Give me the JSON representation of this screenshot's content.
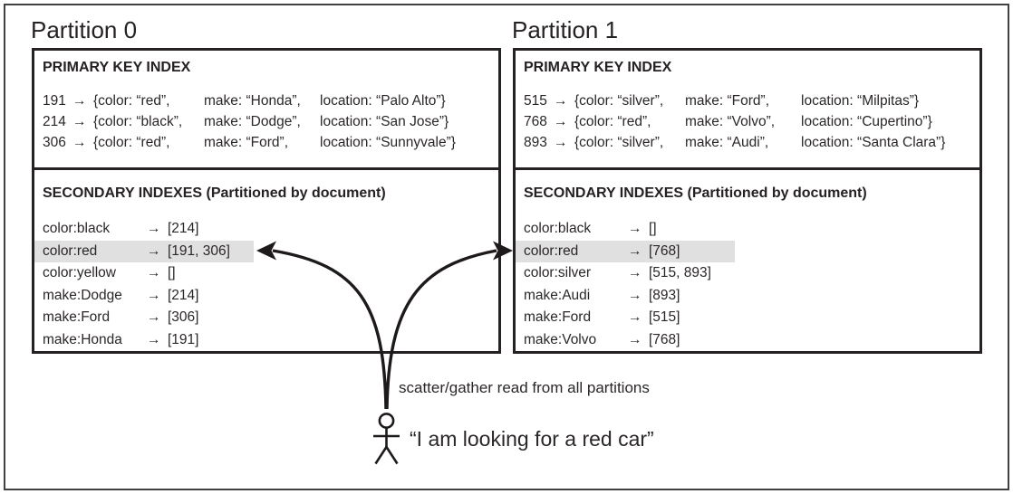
{
  "glyphs": {
    "arrow": "→"
  },
  "colors": {
    "highlight": "#e0e0e0",
    "line": "#262223",
    "text": "#2b2728"
  },
  "partitions": [
    {
      "title": "Partition 0",
      "primary": {
        "header": "PRIMARY KEY INDEX",
        "rows": [
          {
            "key": "191",
            "doc_color": "{color: “red”,",
            "doc_make": "make: “Honda”,",
            "doc_location": "location: “Palo Alto”}"
          },
          {
            "key": "214",
            "doc_color": "{color: “black”,",
            "doc_make": "make: “Dodge”,",
            "doc_location": "location: “San Jose”}"
          },
          {
            "key": "306",
            "doc_color": "{color: “red”,",
            "doc_make": "make: “Ford”,",
            "doc_location": "location: “Sunnyvale”}"
          }
        ]
      },
      "secondary": {
        "header": "SECONDARY INDEXES (Partitioned by document)",
        "rows": [
          {
            "key": "color:black",
            "value": "[214]",
            "highlight": false
          },
          {
            "key": "color:red",
            "value": "[191, 306]",
            "highlight": true
          },
          {
            "key": "color:yellow",
            "value": "[]",
            "highlight": false
          },
          {
            "key": "make:Dodge",
            "value": "[214]",
            "highlight": false
          },
          {
            "key": "make:Ford",
            "value": "[306]",
            "highlight": false
          },
          {
            "key": "make:Honda",
            "value": "[191]",
            "highlight": false
          }
        ]
      }
    },
    {
      "title": "Partition 1",
      "primary": {
        "header": "PRIMARY KEY INDEX",
        "rows": [
          {
            "key": "515",
            "doc_color": "{color: “silver”,",
            "doc_make": "make: “Ford”,",
            "doc_location": "location: “Milpitas”}"
          },
          {
            "key": "768",
            "doc_color": "{color: “red”,",
            "doc_make": "make: “Volvo”,",
            "doc_location": "location: “Cupertino”}"
          },
          {
            "key": "893",
            "doc_color": "{color: “silver”,",
            "doc_make": "make: “Audi”,",
            "doc_location": "location: “Santa Clara”}"
          }
        ]
      },
      "secondary": {
        "header": "SECONDARY INDEXES (Partitioned by document)",
        "rows": [
          {
            "key": "color:black",
            "value": "[]",
            "highlight": false
          },
          {
            "key": "color:red",
            "value": "[768]",
            "highlight": true
          },
          {
            "key": "color:silver",
            "value": "[515, 893]",
            "highlight": false
          },
          {
            "key": "make:Audi",
            "value": "[893]",
            "highlight": false
          },
          {
            "key": "make:Ford",
            "value": "[515]",
            "highlight": false
          },
          {
            "key": "make:Volvo",
            "value": "[768]",
            "highlight": false
          }
        ]
      }
    }
  ],
  "annotations": {
    "scatter_label": "scatter/gather read from all partitions",
    "user_quote": "“I am looking for a red car”"
  }
}
